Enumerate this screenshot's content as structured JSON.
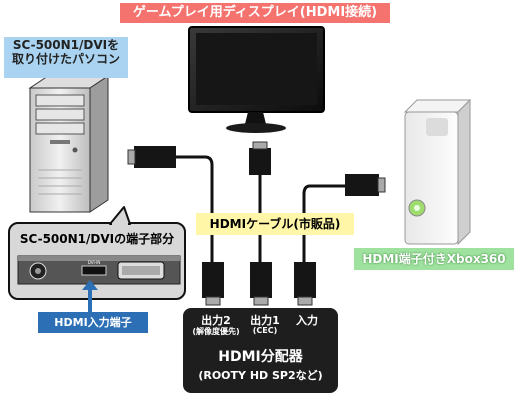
{
  "title": "ゲームプレイ用ディスプレイ(HDMI接続)",
  "pc_label": {
    "line1": "SC-500N1/DVIを",
    "line2": "取り付けたパソコン"
  },
  "callout_title": "SC-500N1/DVIの端子部分",
  "port_label": "HDMI入力端子",
  "cable_label": "HDMIケーブル(市販品)",
  "xbox_label": "HDMI端子付きXbox360",
  "splitter": {
    "port1_name": "出力2",
    "port1_sub": "(解像度優先)",
    "port2_name": "出力1",
    "port2_sub": "(CEC)",
    "port3_name": "入力",
    "name": "HDMI分配器",
    "model": "(ROOTY HD SP2など)"
  },
  "bracket_port_text": "DVI-IN",
  "colors": {
    "title_bg": "#f5736f",
    "pc_bg": "#a9d3f0",
    "xbox_bg": "#9fe29f",
    "cable_bg": "#fff6a8",
    "port_bg": "#2c6fb5"
  }
}
